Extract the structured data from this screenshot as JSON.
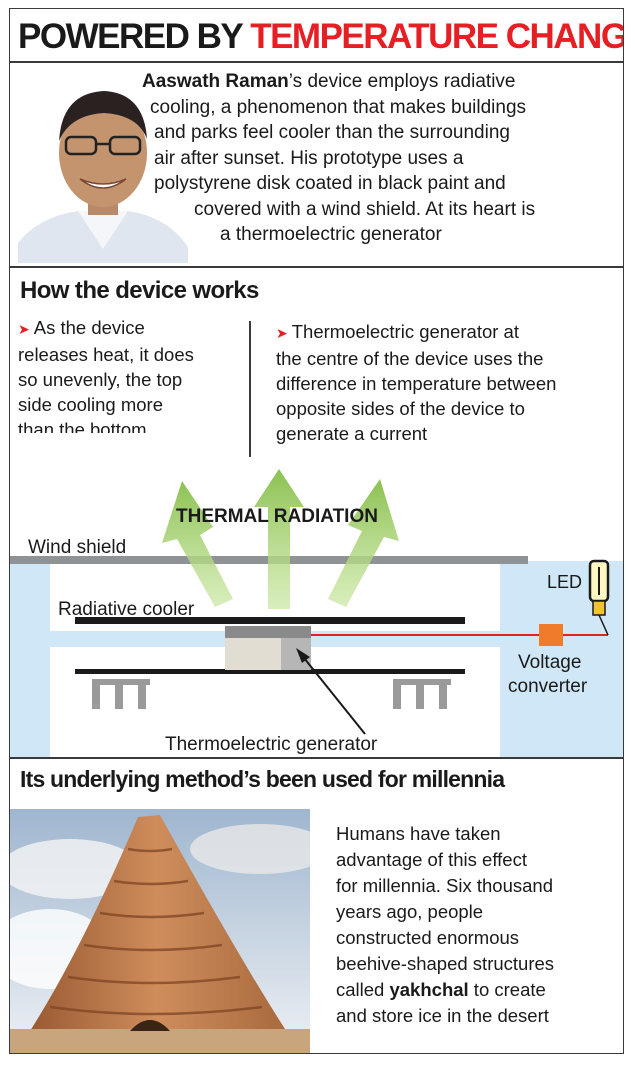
{
  "header": {
    "title_black": "POWERED BY",
    "title_red": "TEMPERATURE CHANGE"
  },
  "intro": {
    "name": "Aaswath Raman",
    "lines": [
      "’s device employs radiative",
      "cooling, a phenomenon that makes buildings",
      "and parks feel cooler than the surrounding",
      "air after sunset. His prototype uses a",
      "polystyrene disk coated in black paint and",
      "covered with a wind shield. At its heart is",
      "a thermoelectric generator"
    ]
  },
  "how_it_works": {
    "heading": "How the device works",
    "left_lines": [
      "As the device",
      "releases heat, it does",
      "so unevenly, the top",
      "side cooling more",
      "than the bottom"
    ],
    "right_lines": [
      "Thermoelectric generator at",
      "the centre of the device uses the",
      "difference in temperature between",
      "opposite sides of the device to",
      "generate a current"
    ]
  },
  "diagram": {
    "thermal_radiation": "THERMAL RADIATION",
    "wind_shield": "Wind shield",
    "radiative_cooler": "Radiative cooler",
    "led": "LED",
    "voltage": "Voltage",
    "converter": "converter",
    "thermoelectric_generator": "Thermoelectric generator"
  },
  "history": {
    "heading": "Its underlying method’s been used for millennia",
    "lines": [
      "Humans have taken",
      "advantage of this effect",
      "for millennia. Six thousand",
      "years ago, people",
      "constructed enormous",
      "beehive-shaped structures"
    ],
    "line7_pre": "called ",
    "line7_bold": "yakhchal",
    "line7_post": " to create",
    "line8": "and store ice in the desert"
  },
  "colors": {
    "accent_red": "#e51f24",
    "sky_blue": "#cfe7f6",
    "arrow_green": "#9ccc65",
    "orange": "#f07b2a"
  }
}
